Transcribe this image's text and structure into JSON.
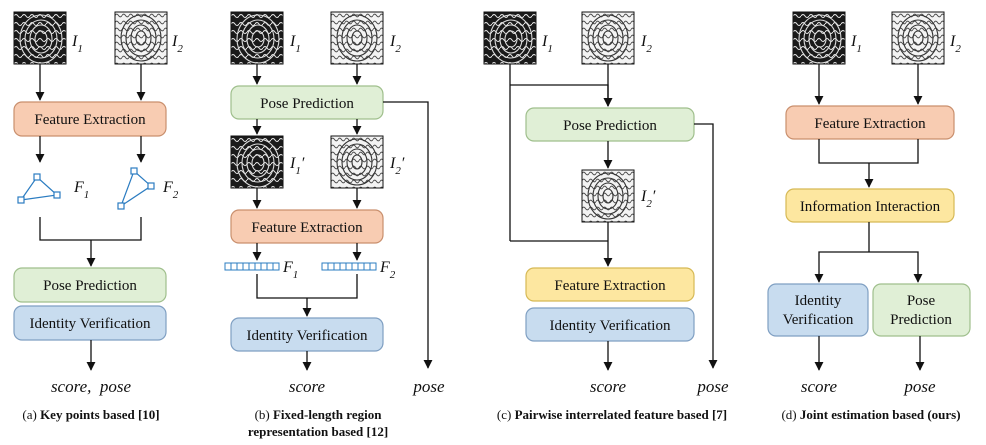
{
  "colors": {
    "orange_fill": "#f8ccb2",
    "orange_stroke": "#c98f6d",
    "green_fill": "#e0efd6",
    "green_stroke": "#9fbf8c",
    "blue_fill": "#c8dcef",
    "blue_stroke": "#7f9fc2",
    "yellow_fill": "#fde7a0",
    "yellow_stroke": "#d6b955",
    "keypoint_blue": "#2b7cc1"
  },
  "icons": [
    "fingerprint-image",
    "keypoint-graph-icon",
    "fixed-length-vector-icon"
  ],
  "panel_a": {
    "input1": "I",
    "input1_sub": "1",
    "input2": "I",
    "input2_sub": "2",
    "feature_extraction": "Feature Extraction",
    "feat1": "F",
    "feat1_sub": "1",
    "feat2": "F",
    "feat2_sub": "2",
    "pose_prediction": "Pose Prediction",
    "identity_verification": "Identity Verification",
    "output": "score,  pose",
    "caption_prefix": "(a) ",
    "caption_line1": "Key points based [10]"
  },
  "panel_b": {
    "input1": "I",
    "input1_sub": "1",
    "input2": "I",
    "input2_sub": "2",
    "pose_prediction": "Pose Prediction",
    "aligned1": "I",
    "aligned1_sub": "1",
    "aligned1_prime": "′",
    "aligned2": "I",
    "aligned2_sub": "2",
    "aligned2_prime": "′",
    "feature_extraction": "Feature Extraction",
    "feat1": "F",
    "feat1_sub": "1",
    "feat2": "F",
    "feat2_sub": "2",
    "identity_verification": "Identity Verification",
    "output_score": "score",
    "output_pose": "pose",
    "caption_prefix": "(b) ",
    "caption_line1": "Fixed-length region",
    "caption_line2": "representation based [12]"
  },
  "panel_c": {
    "input1": "I",
    "input1_sub": "1",
    "input2": "I",
    "input2_sub": "2",
    "pose_prediction": "Pose Prediction",
    "aligned2": "I",
    "aligned2_sub": "2",
    "aligned2_prime": "′",
    "feature_extraction": "Feature Extraction",
    "identity_verification": "Identity Verification",
    "output_score": "score",
    "output_pose": "pose",
    "caption_prefix": "(c) ",
    "caption_line1": "Pairwise interrelated feature based [7]"
  },
  "panel_d": {
    "input1": "I",
    "input1_sub": "1",
    "input2": "I",
    "input2_sub": "2",
    "feature_extraction": "Feature Extraction",
    "information_interaction": "Information Interaction",
    "identity_line1": "Identity",
    "identity_line2": "Verification",
    "pose_line1": "Pose",
    "pose_line2": "Prediction",
    "output_score": "score",
    "output_pose": "pose",
    "caption_prefix": "(d) ",
    "caption_line1": "Joint estimation based (ours)"
  }
}
